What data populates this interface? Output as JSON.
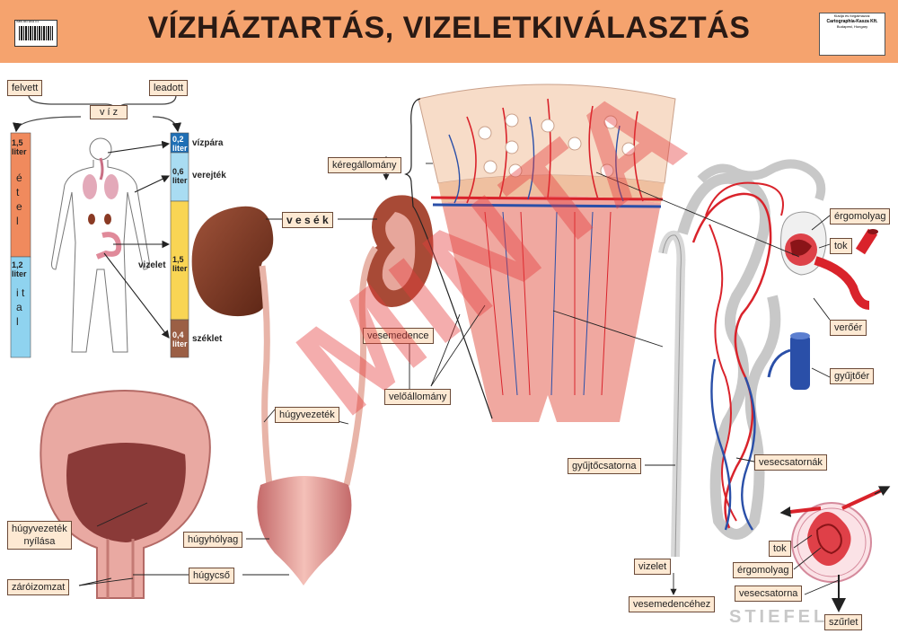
{
  "header": {
    "title": "VÍZHÁZTARTÁS, VIZELETKIVÁLASZTÁS",
    "barcode_text": "ISBN 963 9843 0 0",
    "publisher": {
      "line1": "Kiadja és forgalmazza:",
      "name": "Cartographia-Kasza Kft.",
      "line2": "Budapest, Hungary"
    }
  },
  "water_balance": {
    "intake_label": "felvett",
    "output_label": "leadott",
    "water_label": "v í z",
    "intake": [
      {
        "amount": "1,5",
        "unit": "liter",
        "name": "é t e l",
        "color": "#f08a5d"
      },
      {
        "amount": "1,2",
        "unit": "liter",
        "name": "i t a l",
        "color": "#8fd3ef"
      }
    ],
    "output": [
      {
        "amount": "0,2",
        "unit": "liter",
        "name": "vízpára",
        "color": "#1f6fb5"
      },
      {
        "amount": "0,6",
        "unit": "liter",
        "name": "verejték",
        "color": "#a9dcf2"
      },
      {
        "amount": "1,5",
        "unit": "liter",
        "name": "vizelet",
        "color": "#f9d554"
      },
      {
        "amount": "0,4",
        "unit": "liter",
        "name": "széklet",
        "color": "#9b5f45"
      }
    ]
  },
  "labels": {
    "vesek": "v e s é k",
    "keregallomany": "kéregállomány",
    "vesemedence": "vesemedence",
    "veloallomany": "velőállomány",
    "hugyvezetek": "húgyvezeték",
    "hugyvezetek_nyilasa": "húgyvezeték\nnyílása",
    "hugyholyag": "húgyhólyag",
    "zaroizomzat": "záróizomzat",
    "hugycso": "húgycső",
    "gyujtocsatorna": "gyűjtőcsatorna",
    "vizelet": "vizelet",
    "vesemedencehez": "vesemedencéhez",
    "ergomolyag": "érgomolyag",
    "tok": "tok",
    "veroer": "verőér",
    "gyujtoer": "gyűjtőér",
    "vesecsatornak": "vesecsatornák",
    "tok2": "tok",
    "ergomolyag2": "érgomolyag",
    "vesecsatorna": "vesecsatorna",
    "szurlet": "szűrlet"
  },
  "watermark": "MINTA",
  "footer_brand": "STIEFEL",
  "colors": {
    "header": "#f5a36e",
    "artery": "#d9232b",
    "vein": "#2a4fa8",
    "kidney": "#7a3320",
    "bladder": "#e89a9a",
    "label_bg": "#fde9d3"
  }
}
